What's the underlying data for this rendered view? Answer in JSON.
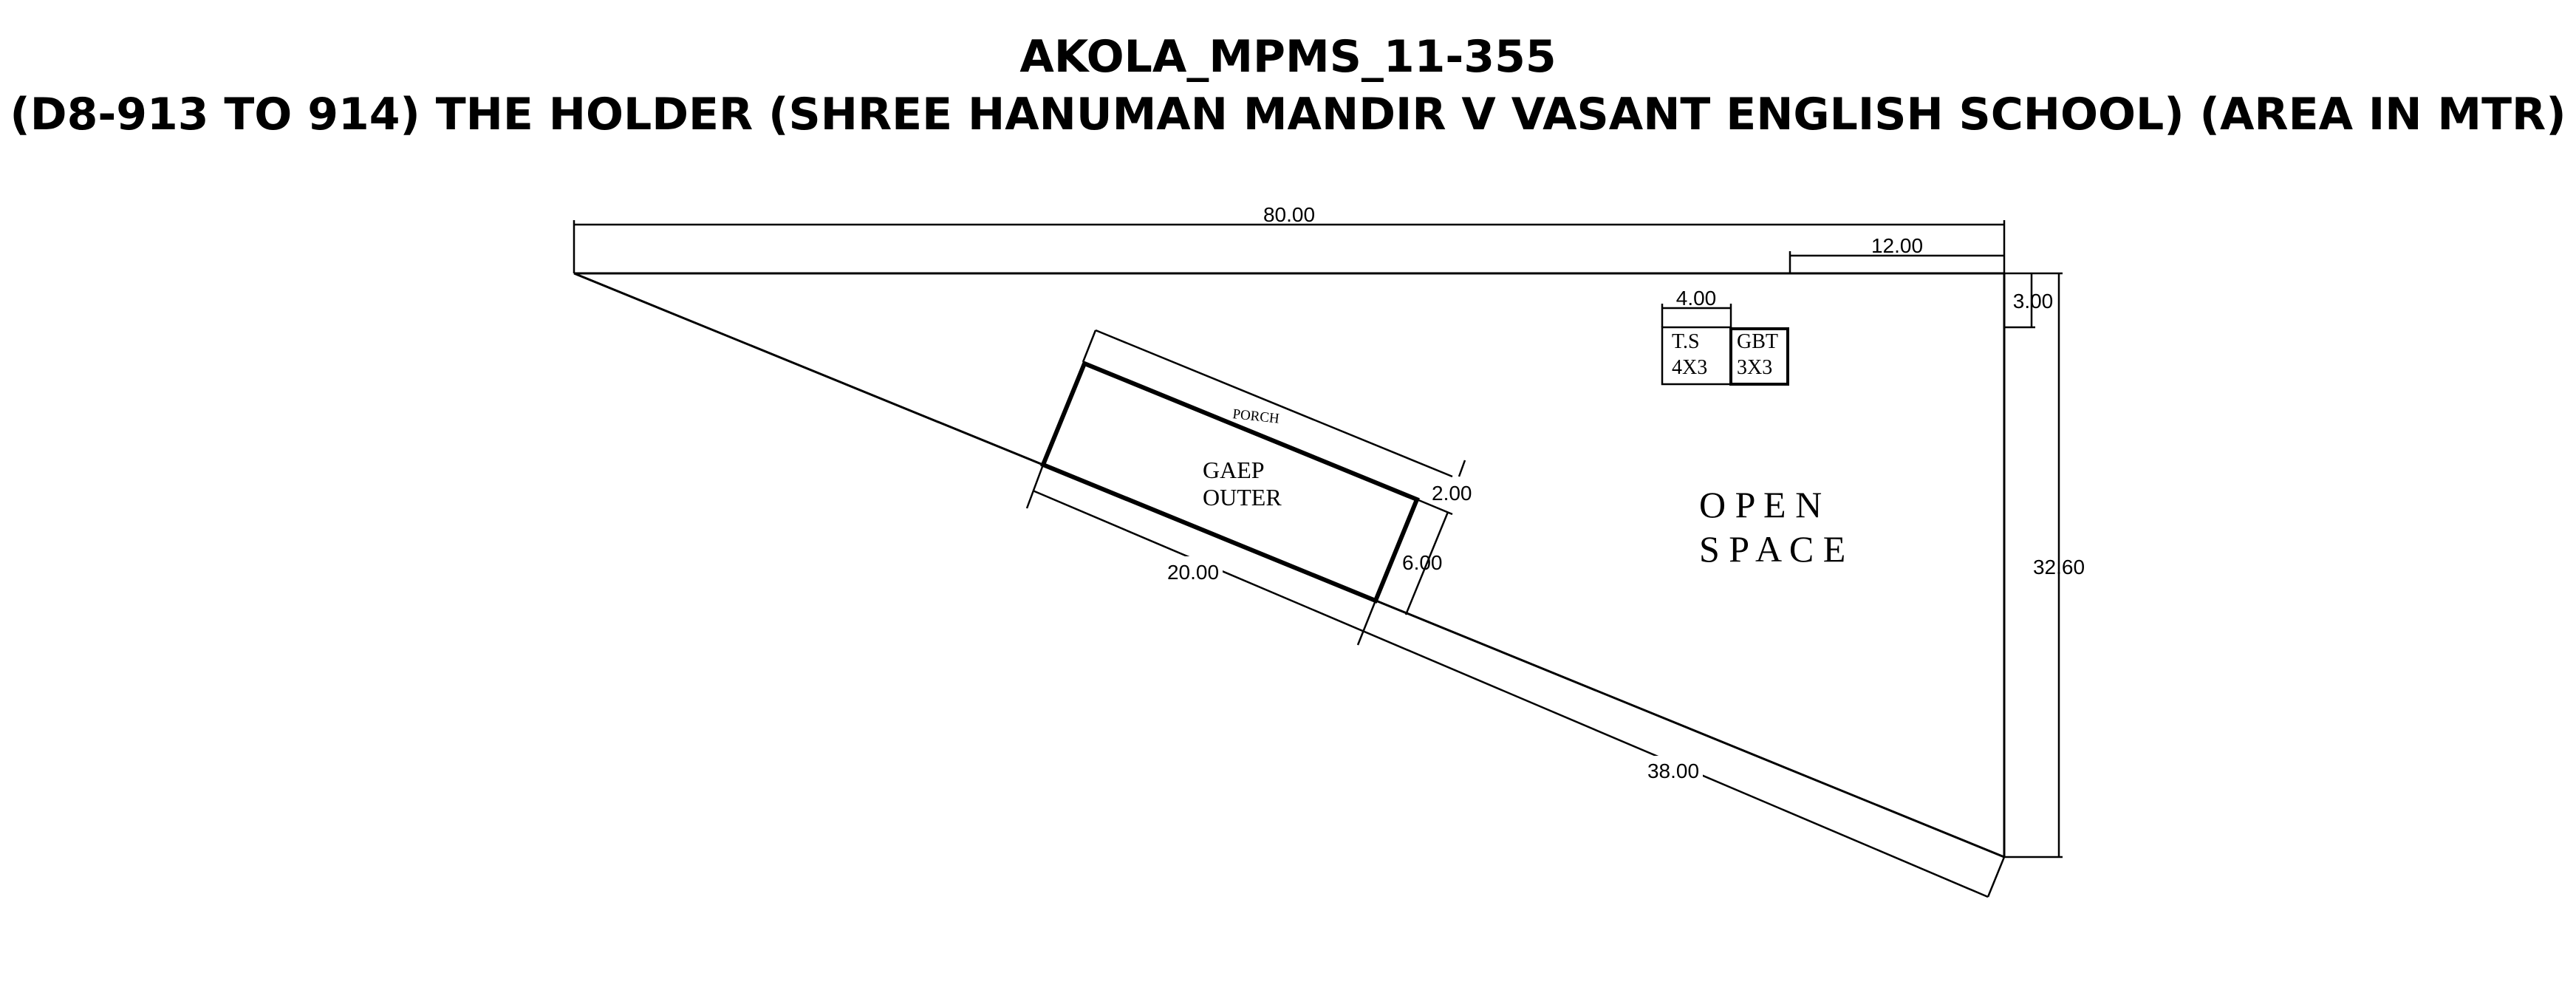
{
  "title": {
    "line1": "AKOLA_MPMS_11-355",
    "line2": "(D8-913 TO 914) THE HOLDER (SHREE HANUMAN MANDIR V VASANT ENGLISH SCHOOL) (AREA IN MTR)"
  },
  "dimensions": {
    "top_width": "80.00",
    "top_right_offset": "12.00",
    "right_offset": "3.00",
    "right_height": "32.60",
    "ts_width": "4.00",
    "porch_depth": "2.00",
    "building_depth": "6.00",
    "lower_left_length": "20.00",
    "lower_right_length": "38.00"
  },
  "labels": {
    "porch": "PORCH",
    "building_line1": "GAEP",
    "building_line2": "OUTER",
    "open_line1": "O P E N",
    "open_line2": "S P A C E",
    "ts_line1": "T.S",
    "ts_line2": "4X3",
    "gbt_line1": "GBT",
    "gbt_line2": "3X3"
  },
  "colors": {
    "ink": "#000000",
    "background": "#ffffff"
  }
}
